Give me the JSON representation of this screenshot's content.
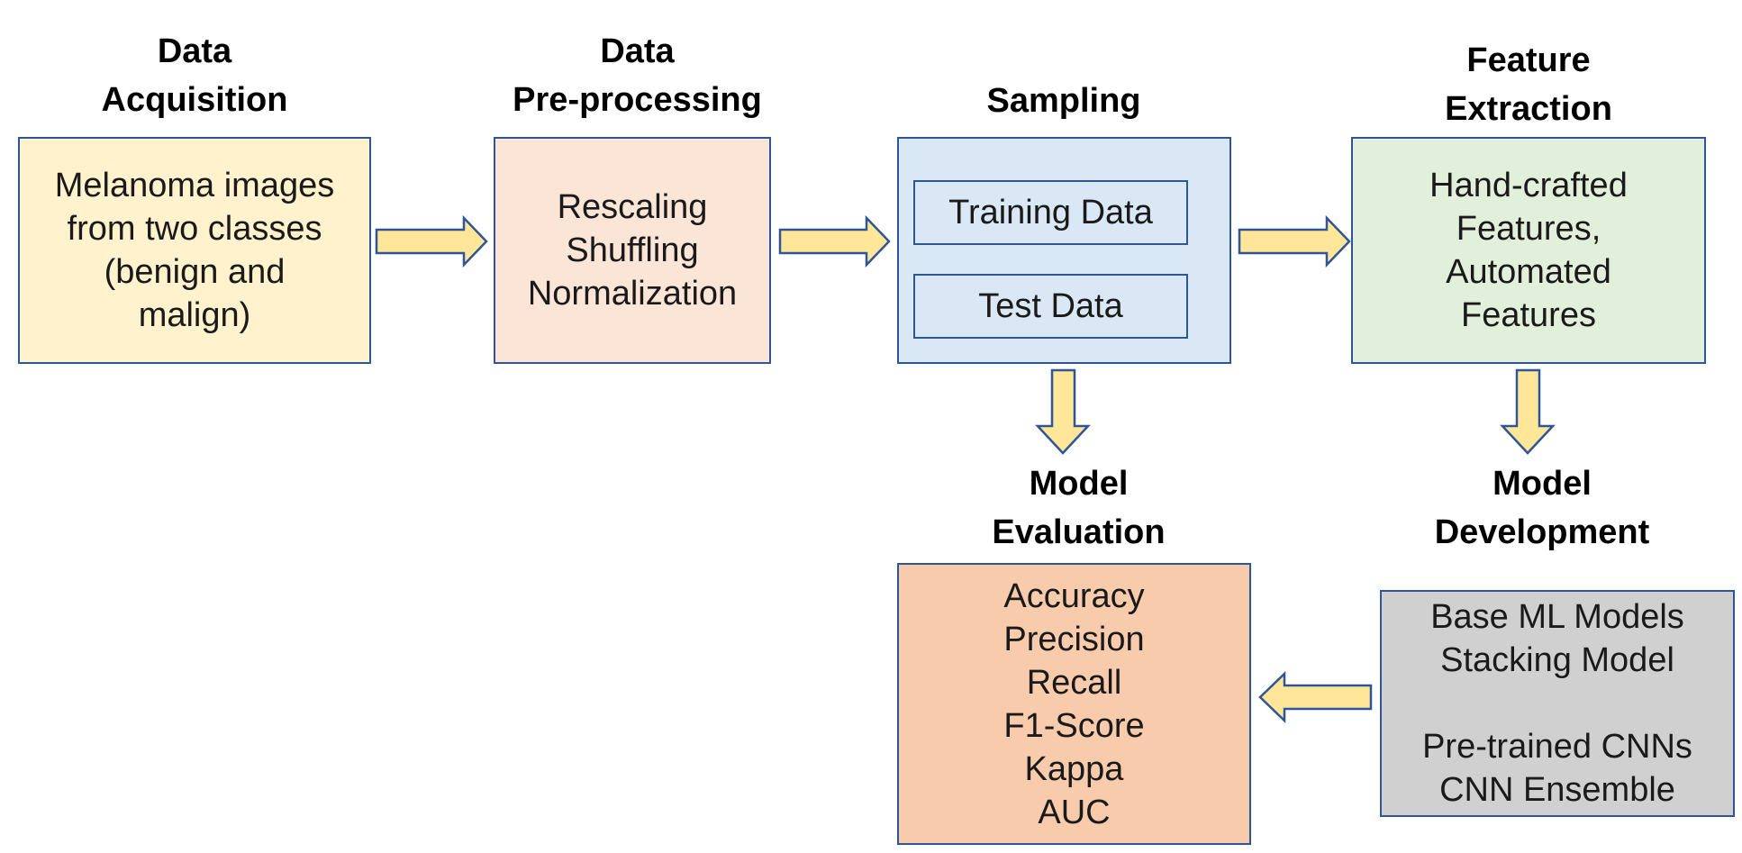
{
  "colors": {
    "border": "#2f5597",
    "arrow_fill": "#ffe699",
    "arrow_stroke": "#2f5597",
    "acquisition_fill": "#fff2cc",
    "preprocessing_fill": "#fbe5d6",
    "sampling_fill": "#dae8f6",
    "feature_fill": "#e2efda",
    "evaluation_fill": "#f8cbad",
    "development_fill": "#d0d0d0"
  },
  "stages": {
    "acquisition": {
      "title": [
        "Data",
        "Acquisition"
      ],
      "lines": [
        "Melanoma images",
        "from two classes",
        "(benign and",
        "malign)"
      ]
    },
    "preprocessing": {
      "title": [
        "Data",
        "Pre-processing"
      ],
      "lines": [
        "Rescaling",
        "Shuffling",
        "Normalization"
      ]
    },
    "sampling": {
      "title": [
        "Sampling"
      ],
      "training": "Training Data",
      "test": "Test Data"
    },
    "feature_extraction": {
      "title": [
        "Feature",
        "Extraction"
      ],
      "lines": [
        "Hand-crafted",
        "Features,",
        "Automated",
        "Features"
      ]
    },
    "model_evaluation": {
      "title": [
        "Model",
        "Evaluation"
      ],
      "lines": [
        "Accuracy",
        "Precision",
        "Recall",
        "F1-Score",
        "Kappa",
        "AUC"
      ]
    },
    "model_development": {
      "title": [
        "Model",
        "Development"
      ],
      "lines_a": [
        "Base ML Models",
        "Stacking Model"
      ],
      "lines_b": [
        "Pre-trained CNNs",
        "CNN Ensemble"
      ]
    }
  }
}
